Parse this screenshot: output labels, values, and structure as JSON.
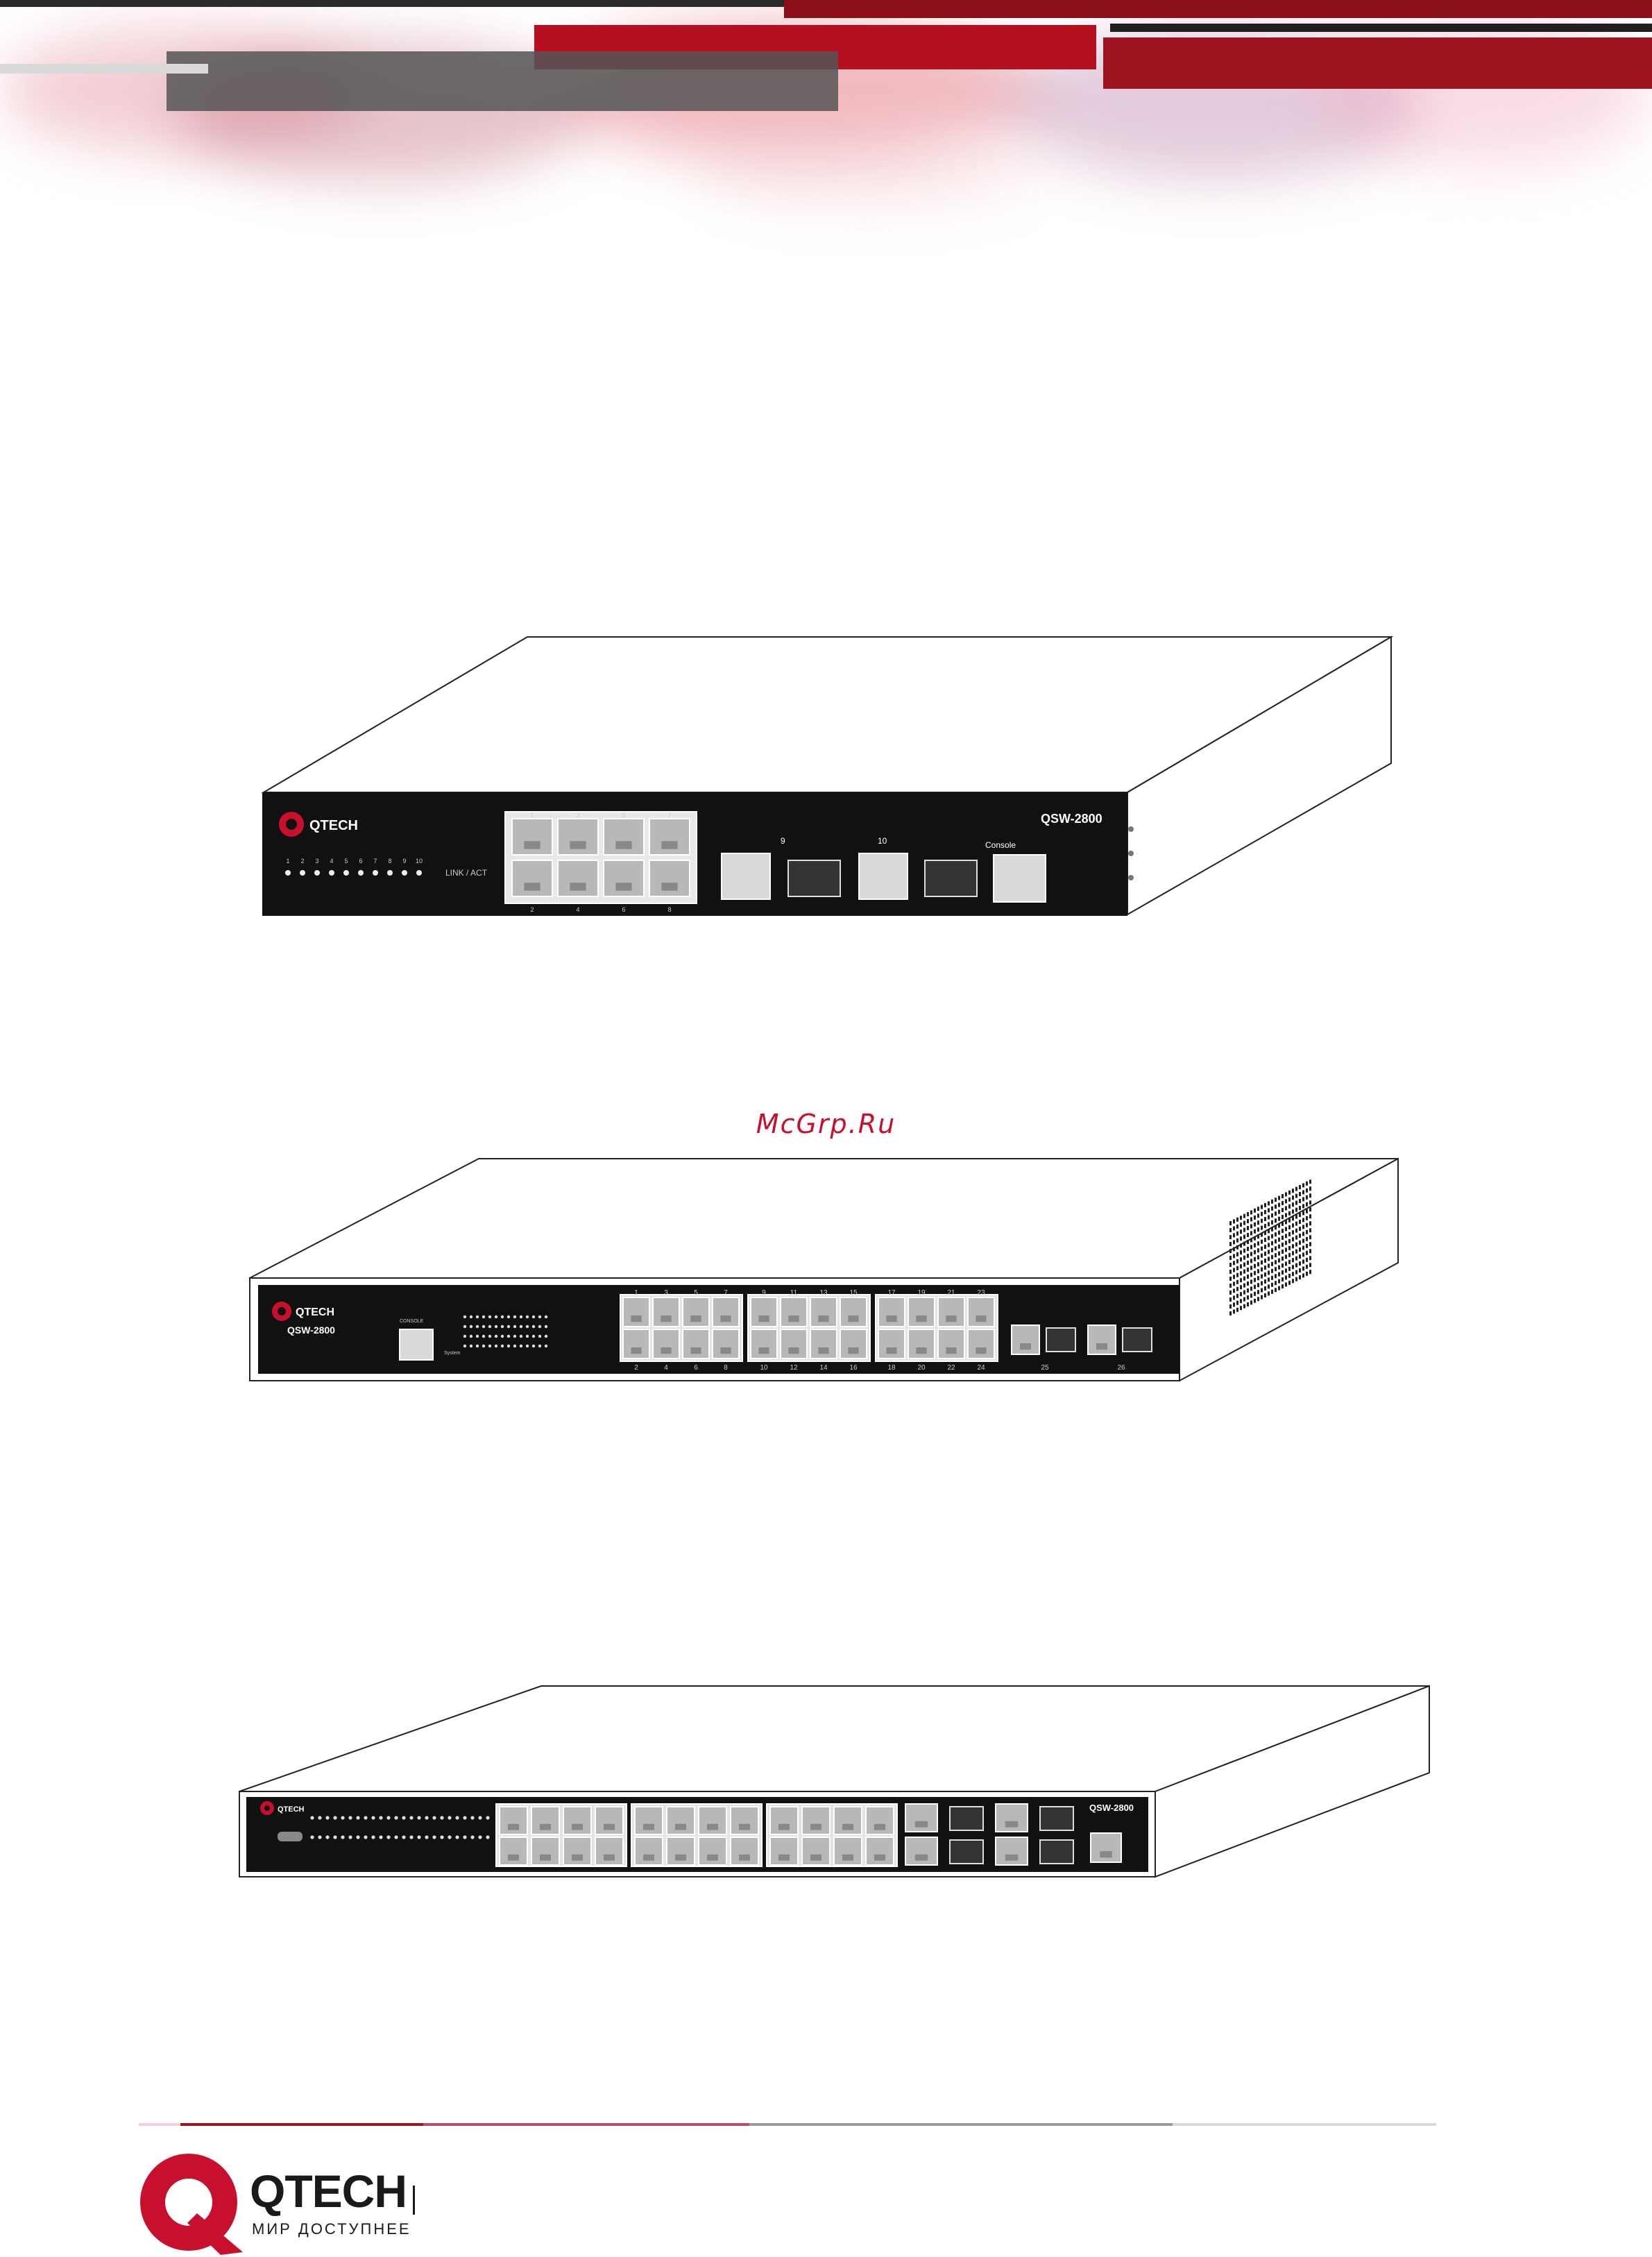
{
  "brand": {
    "name": "QTECH",
    "tagline": "МИР ДОСТУПНЕЕ",
    "accent": "#c8102e"
  },
  "watermark": "McGrp.Ru",
  "devices": [
    {
      "id": "switch-1",
      "brand": "QTECH",
      "model": "QSW-2800",
      "port_top_labels": [
        "1",
        "3",
        "5",
        "7"
      ],
      "port_bottom_labels": [
        "2",
        "4",
        "6",
        "8"
      ],
      "led_labels": [
        "1",
        "2",
        "3",
        "4",
        "5",
        "6",
        "7",
        "8",
        "9",
        "10"
      ],
      "led_caption": "LINK / ACT",
      "combo_labels": [
        "9",
        "10"
      ],
      "console_label": "Console"
    },
    {
      "id": "switch-2",
      "brand": "QTECH",
      "model": "QSW-2800",
      "console_label": "CONSOLE",
      "system_label": "System",
      "top_labels": [
        "1",
        "3",
        "5",
        "7",
        "9",
        "11",
        "13",
        "15",
        "17",
        "19",
        "21",
        "23"
      ],
      "bottom_labels": [
        "2",
        "4",
        "6",
        "8",
        "10",
        "12",
        "14",
        "16",
        "18",
        "20",
        "22",
        "24"
      ],
      "combo_labels": [
        "25",
        "26"
      ]
    },
    {
      "id": "switch-3",
      "brand": "QTECH",
      "model": "QSW-2800"
    }
  ]
}
